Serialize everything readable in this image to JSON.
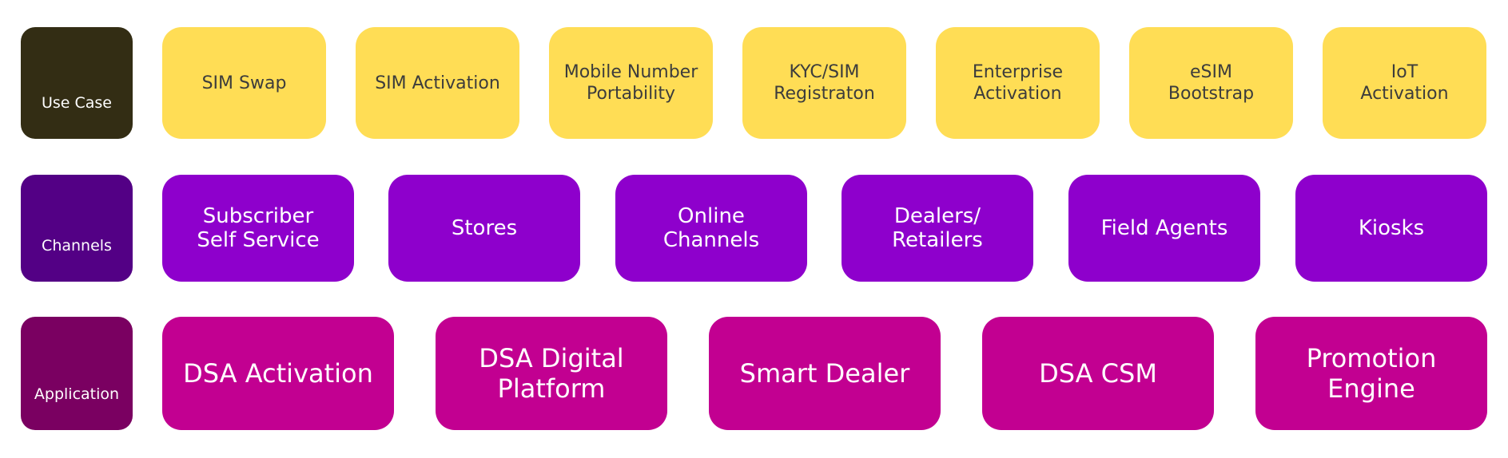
{
  "rows": {
    "use_case": {
      "label": "Use Case",
      "items": [
        "SIM Swap",
        "SIM Activation",
        "Mobile Number\nPortability",
        "KYC/SIM\nRegistraton",
        "Enterprise\nActivation",
        "eSIM\nBootstrap",
        "IoT\nActivation"
      ]
    },
    "channels": {
      "label": "Channels",
      "items": [
        "Subscriber\nSelf Service",
        "Stores",
        "Online\nChannels",
        "Dealers/\nRetailers",
        "Field Agents",
        "Kiosks"
      ]
    },
    "application": {
      "label": "Application",
      "items": [
        "DSA Activation",
        "DSA Digital\nPlatform",
        "Smart Dealer",
        "DSA CSM",
        "Promotion\nEngine"
      ]
    }
  },
  "colors": {
    "use_case_label": "#332d14",
    "use_case_tile": "#ffdd55",
    "channels_label": "#530085",
    "channels_tile": "#8e00cc",
    "application_label": "#7a0061",
    "application_tile": "#c20091"
  }
}
